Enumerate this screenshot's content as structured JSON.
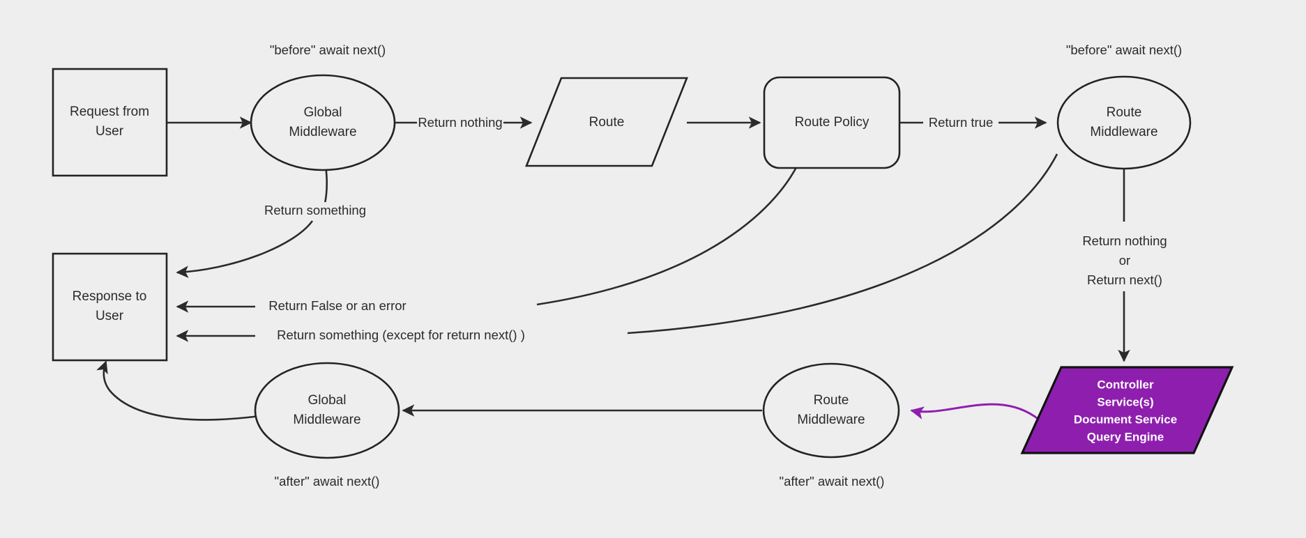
{
  "diagram": {
    "title": "Middleware request lifecycle flowchart",
    "background_color": "#eeeeee",
    "stroke_color": "#2b2b2b",
    "accent_color": "#8e1fae",
    "nodes": [
      {
        "id": "request",
        "shape": "rectangle",
        "line1": "Request from",
        "line2": "User"
      },
      {
        "id": "global_mw_before",
        "shape": "ellipse",
        "line1": "Global",
        "line2": "Middleware"
      },
      {
        "id": "route",
        "shape": "parallelogram",
        "line1": "Route",
        "line2": ""
      },
      {
        "id": "route_policy",
        "shape": "rounded-rectangle",
        "line1": "Route Policy",
        "line2": ""
      },
      {
        "id": "route_mw_before",
        "shape": "ellipse",
        "line1": "Route",
        "line2": "Middleware"
      },
      {
        "id": "response",
        "shape": "rectangle",
        "line1": "Response to",
        "line2": "User"
      },
      {
        "id": "global_mw_after",
        "shape": "ellipse",
        "line1": "Global",
        "line2": "Middleware"
      },
      {
        "id": "route_mw_after",
        "shape": "ellipse",
        "line1": "Route",
        "line2": "Middleware"
      },
      {
        "id": "controller",
        "shape": "parallelogram",
        "fill": "#8e1fae",
        "line1": "Controller",
        "line2": "Service(s)",
        "line3": "Document Service",
        "line4": "Query Engine"
      }
    ],
    "edge_labels": {
      "return_nothing": "Return nothing",
      "return_true": "Return true",
      "return_something": "Return something",
      "return_false_or_error": "Return False or an error",
      "return_something_except": "Return something (except for return next() )",
      "return_nothing_or_next_line1": "Return nothing",
      "return_nothing_or_next_line2": "or",
      "return_nothing_or_next_line3": "Return next()"
    },
    "annotations": {
      "before_await_next_global": "\"before\" await next()",
      "before_await_next_route": "\"before\" await next()",
      "after_await_next_global": "\"after\" await next()",
      "after_await_next_route": "\"after\" await next()"
    }
  }
}
